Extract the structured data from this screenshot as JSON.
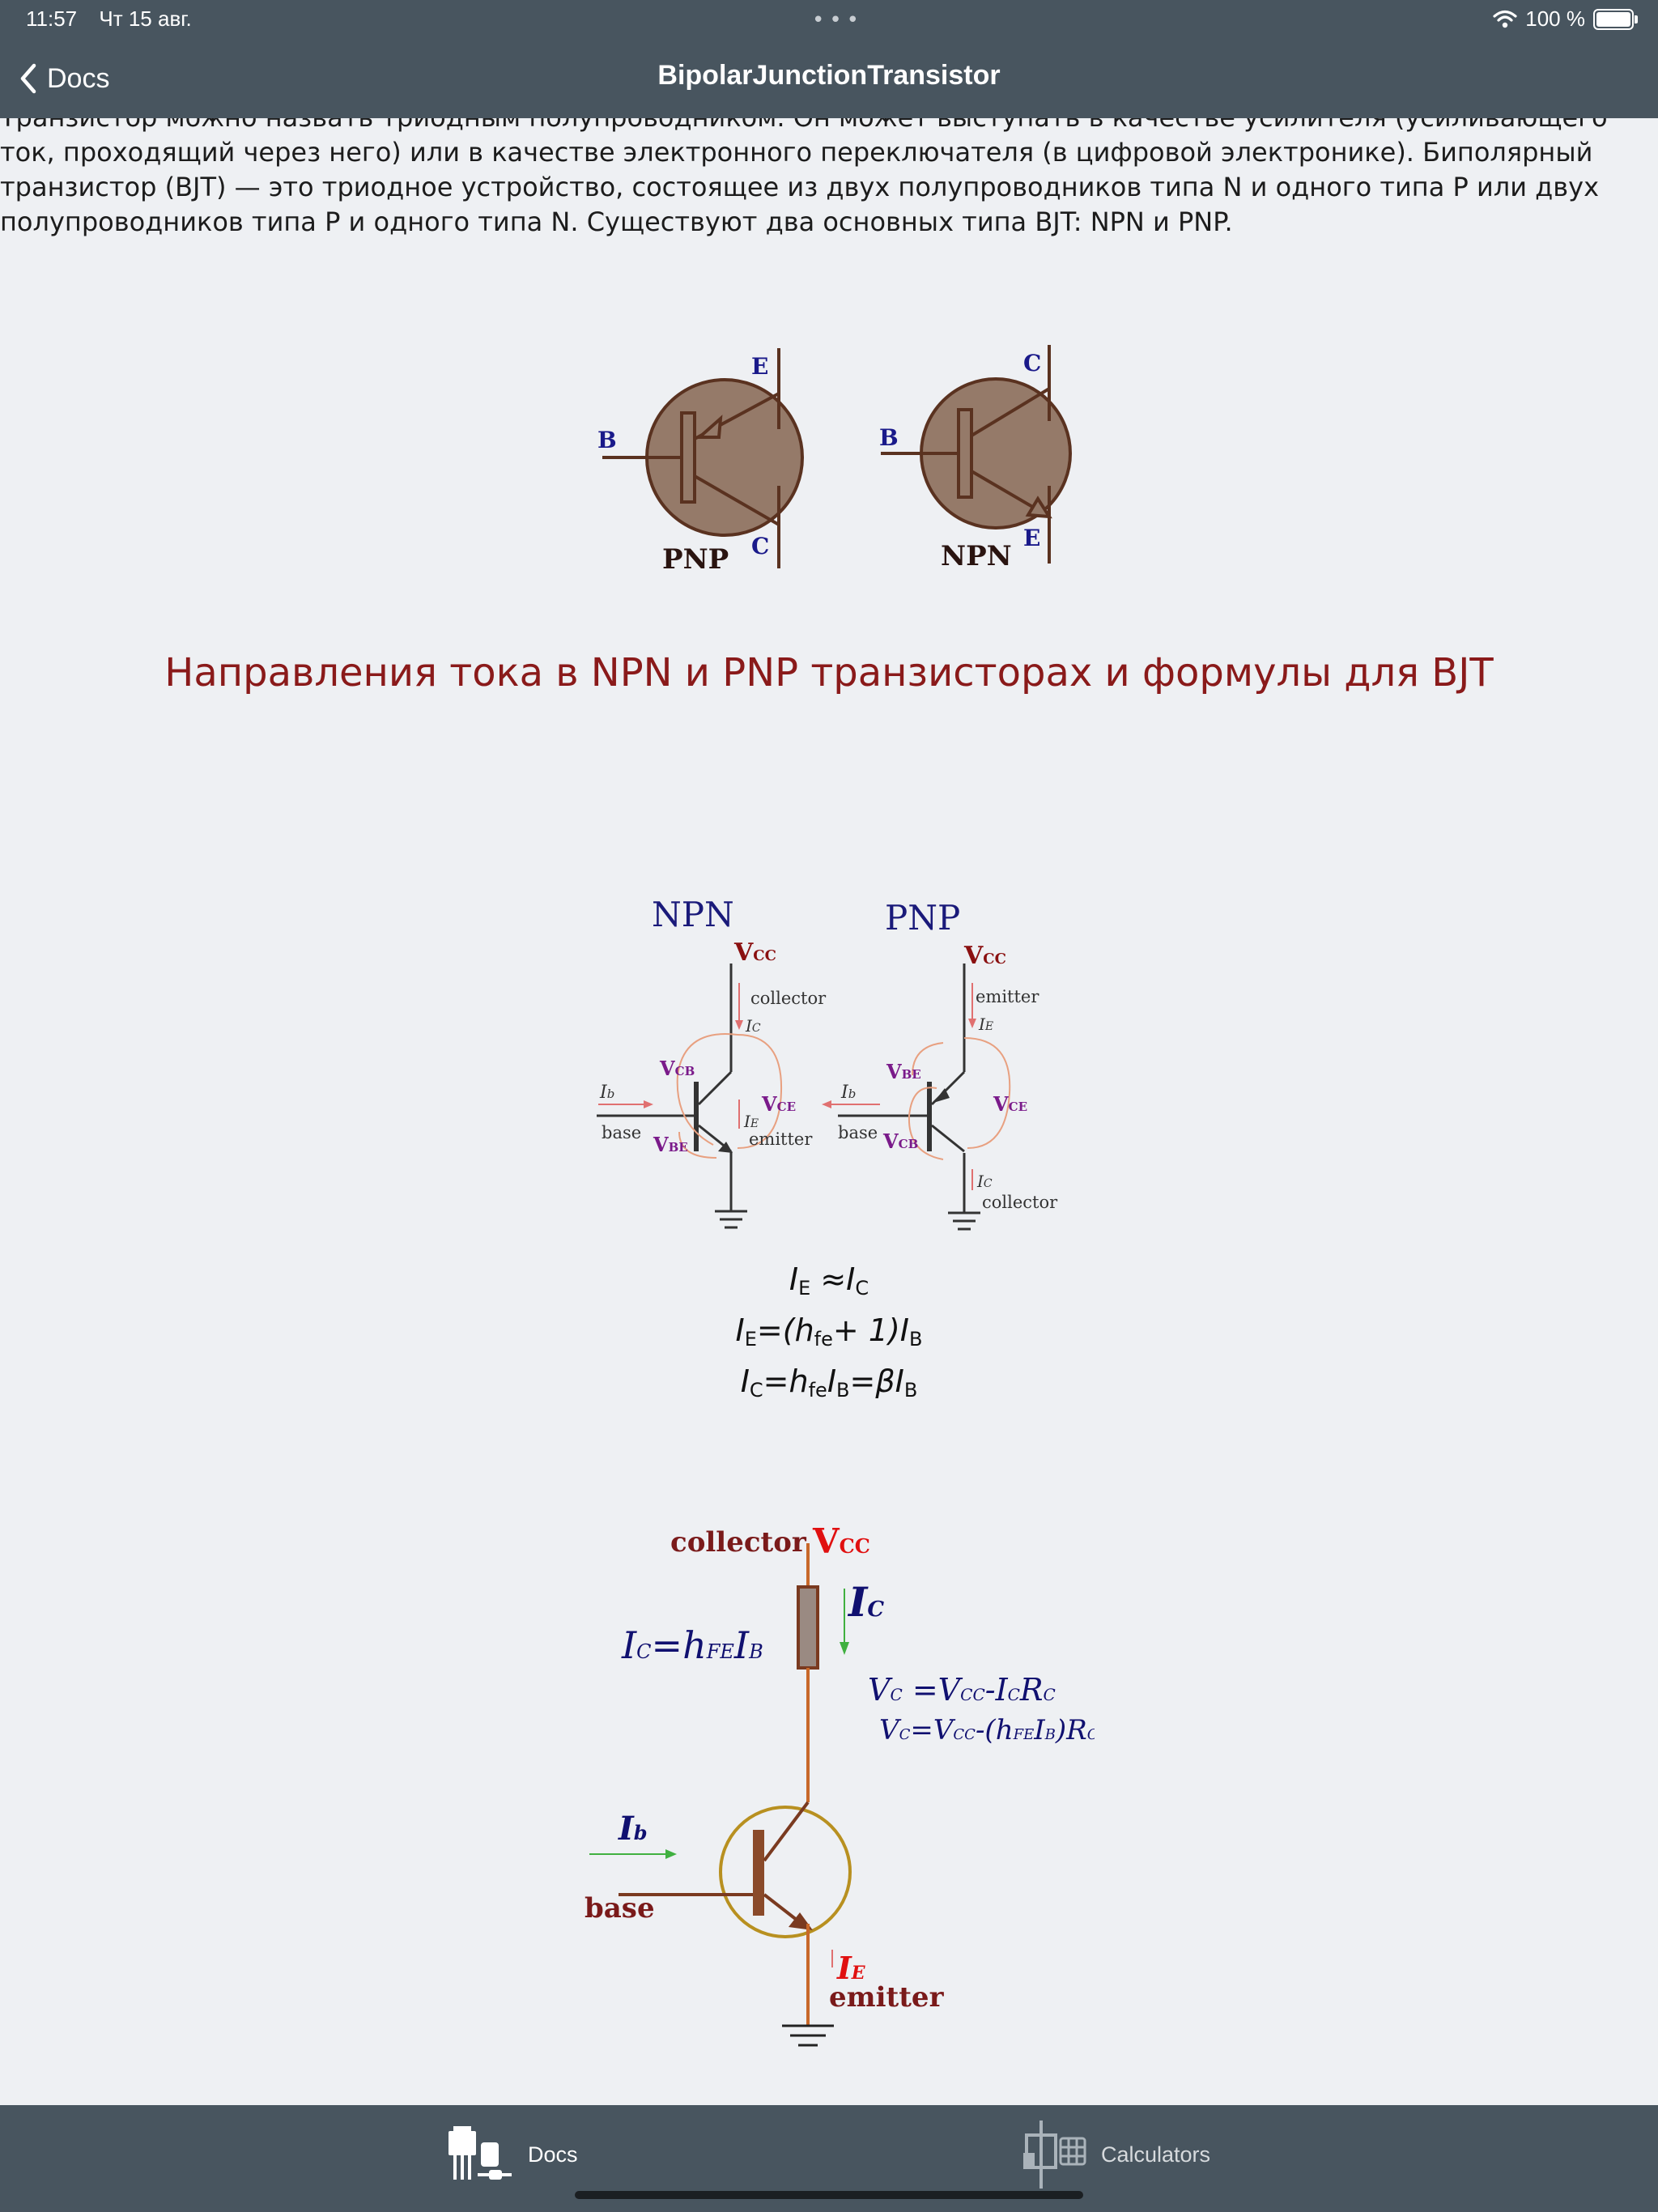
{
  "status_bar": {
    "time": "11:57",
    "date": "Чт 15 авг.",
    "battery_text": "100 %"
  },
  "nav": {
    "back_label": "Docs",
    "title": "BipolarJunctionTransistor"
  },
  "intro_text": "Транзистор можно назвать триодным полупроводником. Он может выступать в качестве усилителя (усиливающего ток, проходящий через него) или в качестве электронного переключателя (в цифровой электронике). Биполярный транзистор (BJT) — это триодное устройство, состоящее из двух полупроводников типа N и одного типа P или двух полупроводников типа P и одного типа N. Существуют два основных типа BJT: NPN и PNP.",
  "symbols_figure": {
    "pnp": {
      "name": "PNP",
      "b": "B",
      "e": "E",
      "c": "C"
    },
    "npn": {
      "name": "NPN",
      "b": "B",
      "e": "E",
      "c": "C"
    }
  },
  "section_heading": "Направления тока в NPN и PNP транзисторах и формулы для BJT",
  "currents_figure": {
    "npn": {
      "title": "NPN",
      "vcc_v": "V",
      "vcc_sub": "CC",
      "collector": "collector",
      "ic_i": "I",
      "ic_sub": "C",
      "vcb_v": "V",
      "vcb_sub": "CB",
      "ib_i": "I",
      "ib_sub": "b",
      "base": "base",
      "vce_v": "V",
      "vce_sub": "CE",
      "vbe_v": "V",
      "vbe_sub": "BE",
      "ie_i": "I",
      "ie_sub": "E",
      "emitter": "emitter"
    },
    "pnp": {
      "title": "PNP",
      "vcc_v": "V",
      "vcc_sub": "CC",
      "emitter": "emitter",
      "ie_i": "I",
      "ie_sub": "E",
      "vbe_v": "V",
      "vbe_sub": "BE",
      "ib_i": "I",
      "ib_sub": "b",
      "base": "base",
      "vce_v": "V",
      "vce_sub": "CE",
      "vcb_v": "V",
      "vcb_sub": "CB",
      "ic_i": "I",
      "ic_sub": "C",
      "collector": "collector"
    }
  },
  "formulas": {
    "line1": {
      "a": "I",
      "a_sub": "E",
      "op": " ≈",
      "b": "I",
      "b_sub": "C"
    },
    "line2": {
      "a": "I",
      "a_sub": "E",
      "mid": "=(h",
      "mid_sub": "fe",
      "rest": "+ 1)I",
      "rest_sub": "B"
    },
    "line3": {
      "a": "I",
      "a_sub": "C",
      "mid": "=h",
      "mid_sub": "fe",
      "b": "I",
      "b_sub": "B",
      "beta": "=βI",
      "beta_sub": "B"
    }
  },
  "amplifier_figure": {
    "collector": "collector",
    "vcc_v": "V",
    "vcc_sub": "CC",
    "ic_i": "I",
    "ic_sub": "C",
    "formula_left": {
      "i": "I",
      "i_sub": "C",
      "eq": "=h",
      "h_sub": "FE",
      "i2": "I",
      "i2_sub": "B"
    },
    "formula_right1": {
      "v": "V",
      "v_sub": "C",
      "eq": " =V",
      "eq_sub": "CC",
      "rest": "-I",
      "rest_sub": "C",
      "r": "R",
      "r_sub": "C"
    },
    "formula_right2": {
      "v": "V",
      "v_sub": "C",
      "eq": "=V",
      "eq_sub": "CC",
      "rest": "-(h",
      "rest_sub": "FE",
      "i": "I",
      "i_sub": "B",
      "r": ")R",
      "r_sub": "C"
    },
    "ib_i": "I",
    "ib_sub": "b",
    "base": "base",
    "ie_i": "I",
    "ie_sub": "E",
    "emitter": "emitter"
  },
  "tabs": [
    {
      "label": "Docs",
      "active": true
    },
    {
      "label": "Calculators",
      "active": false
    }
  ]
}
